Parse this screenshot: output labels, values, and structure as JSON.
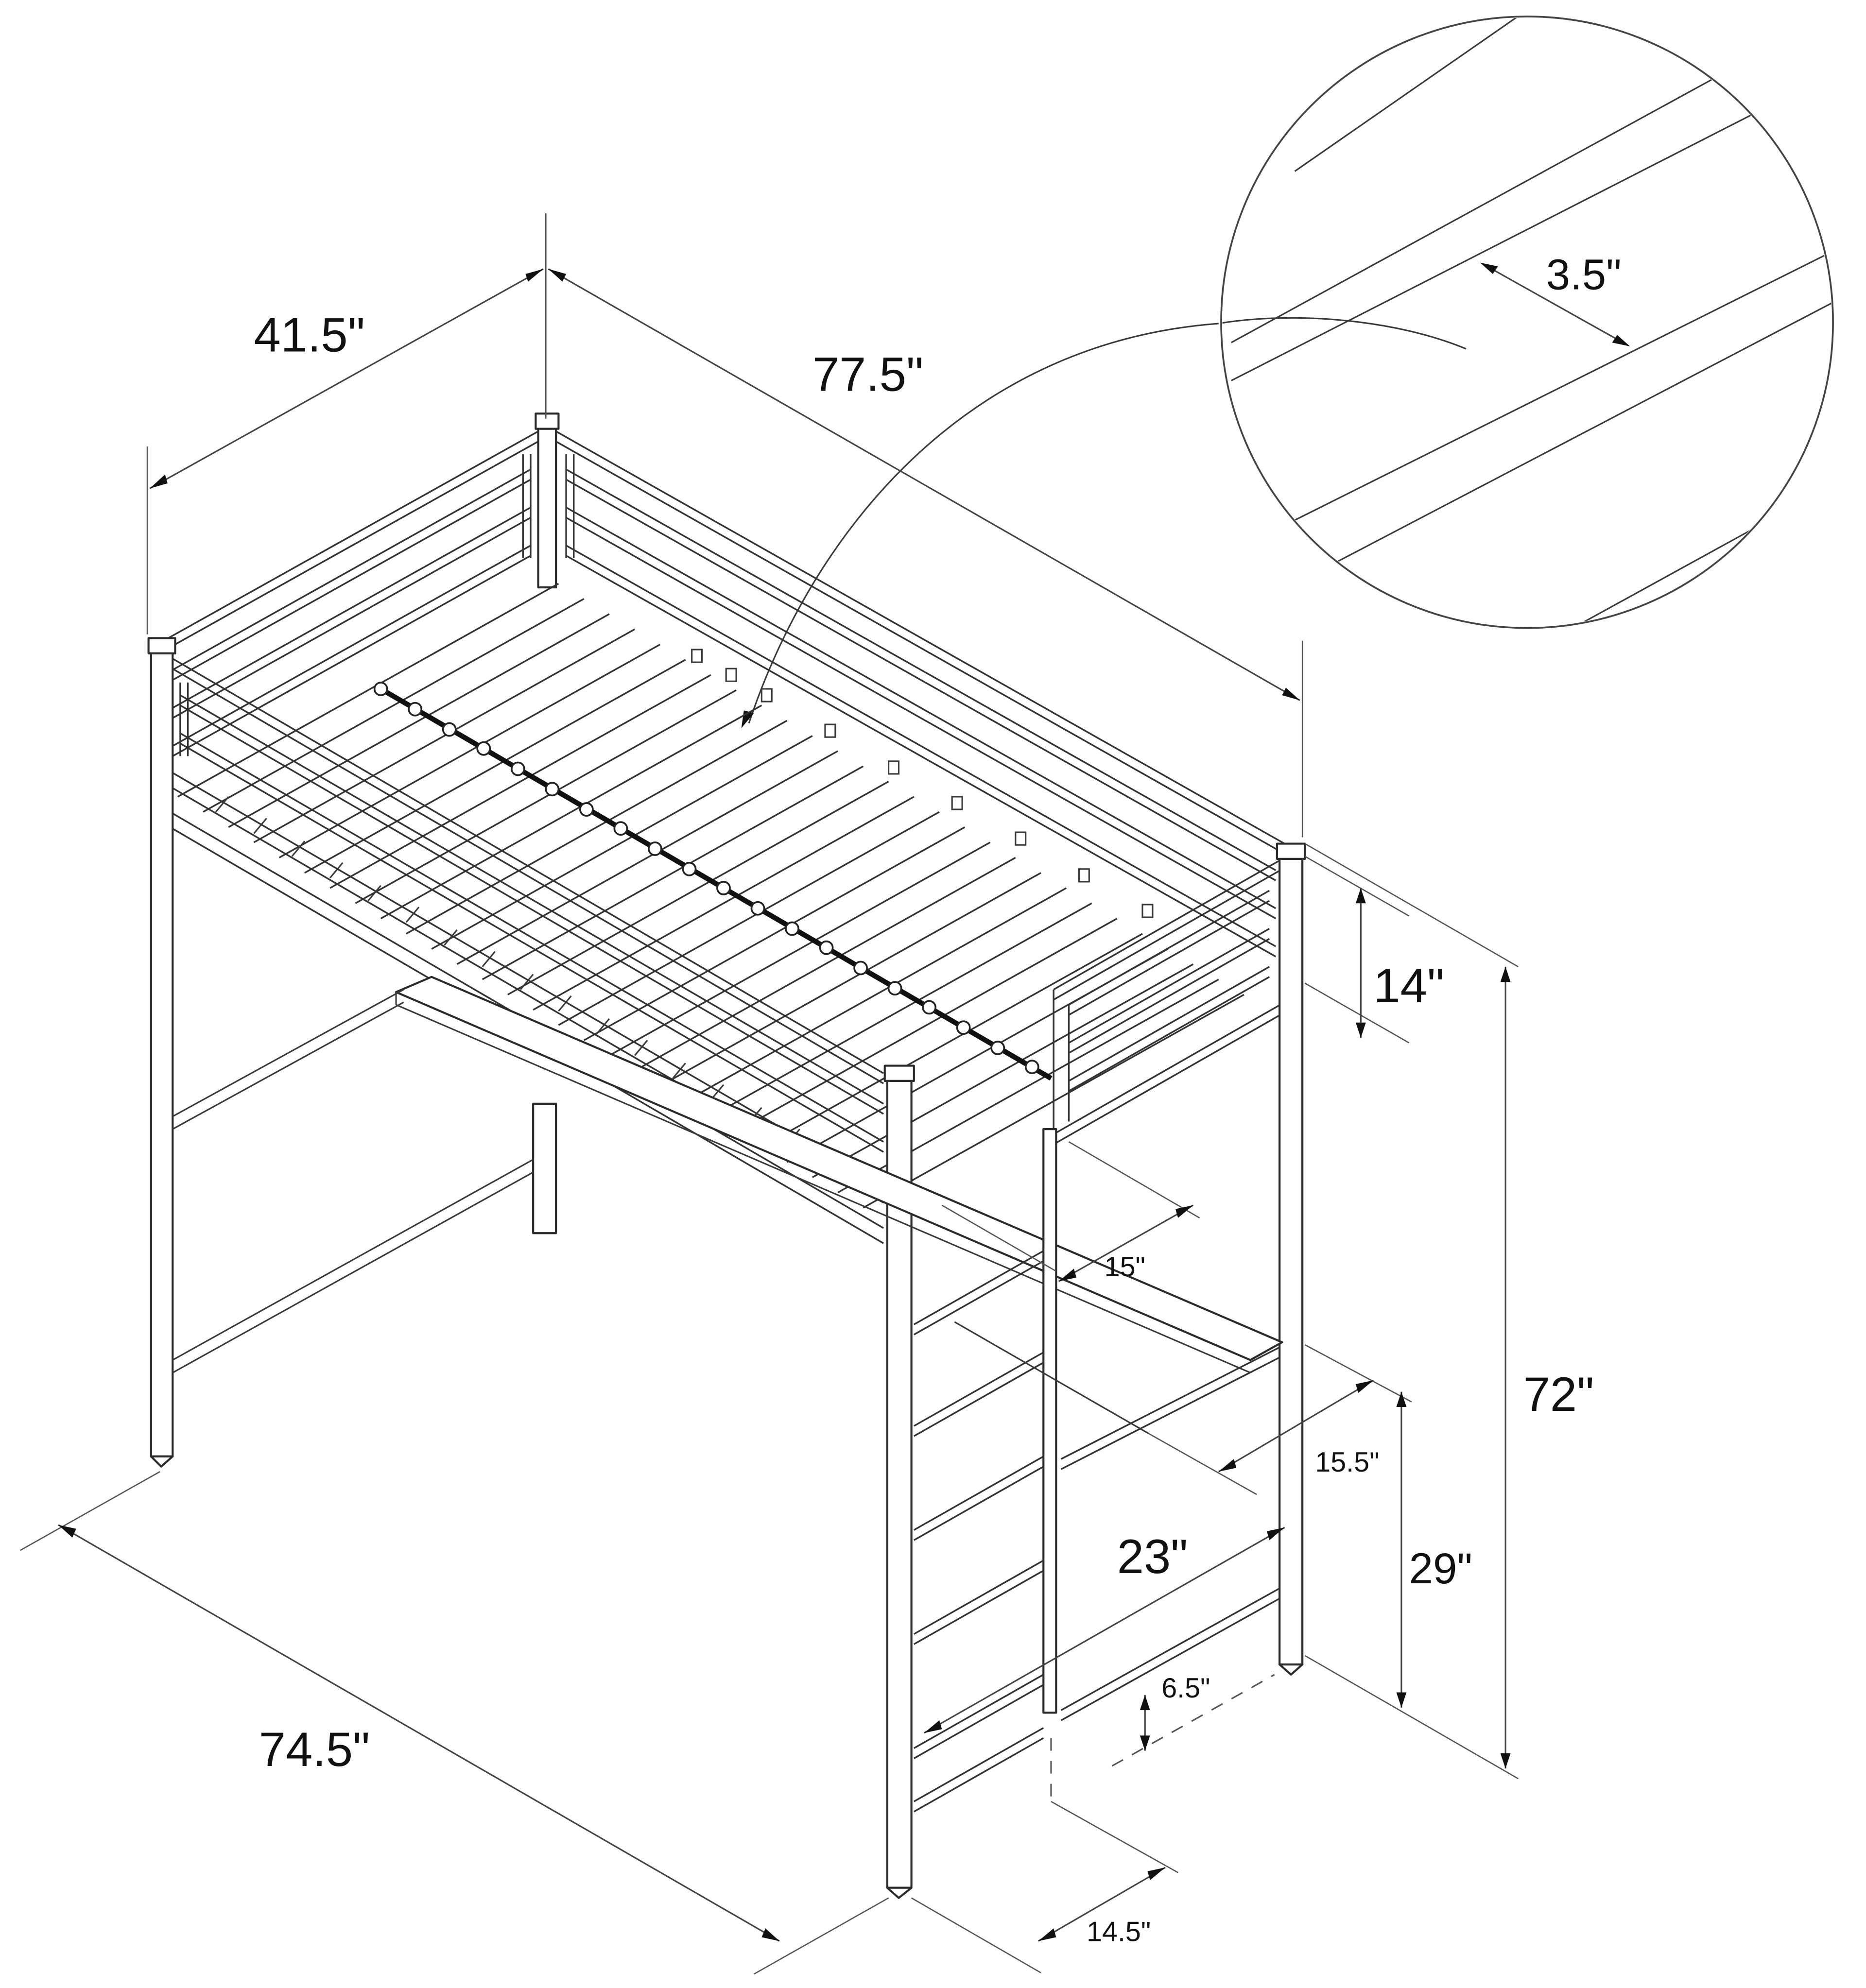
{
  "diagram": {
    "subject": "Metal loft bed with desk — dimension diagram",
    "stroke_color": "#2b2b2b",
    "background": "#ffffff",
    "detail_callout": {
      "label": "3.5\"",
      "description": "Slat spacing detail (magnified)"
    },
    "dimensions": {
      "width_top": "41.5\"",
      "length_top": "77.5\"",
      "guardrail_height": "14\"",
      "overall_height": "72\"",
      "ladder_opening": "15\"",
      "shelf_depth": "15.5\"",
      "desk_width": "23\"",
      "desk_height": "29\"",
      "bottom_rail_height": "6.5\"",
      "floor_length": "74.5\"",
      "ladder_depth": "14.5\""
    }
  }
}
